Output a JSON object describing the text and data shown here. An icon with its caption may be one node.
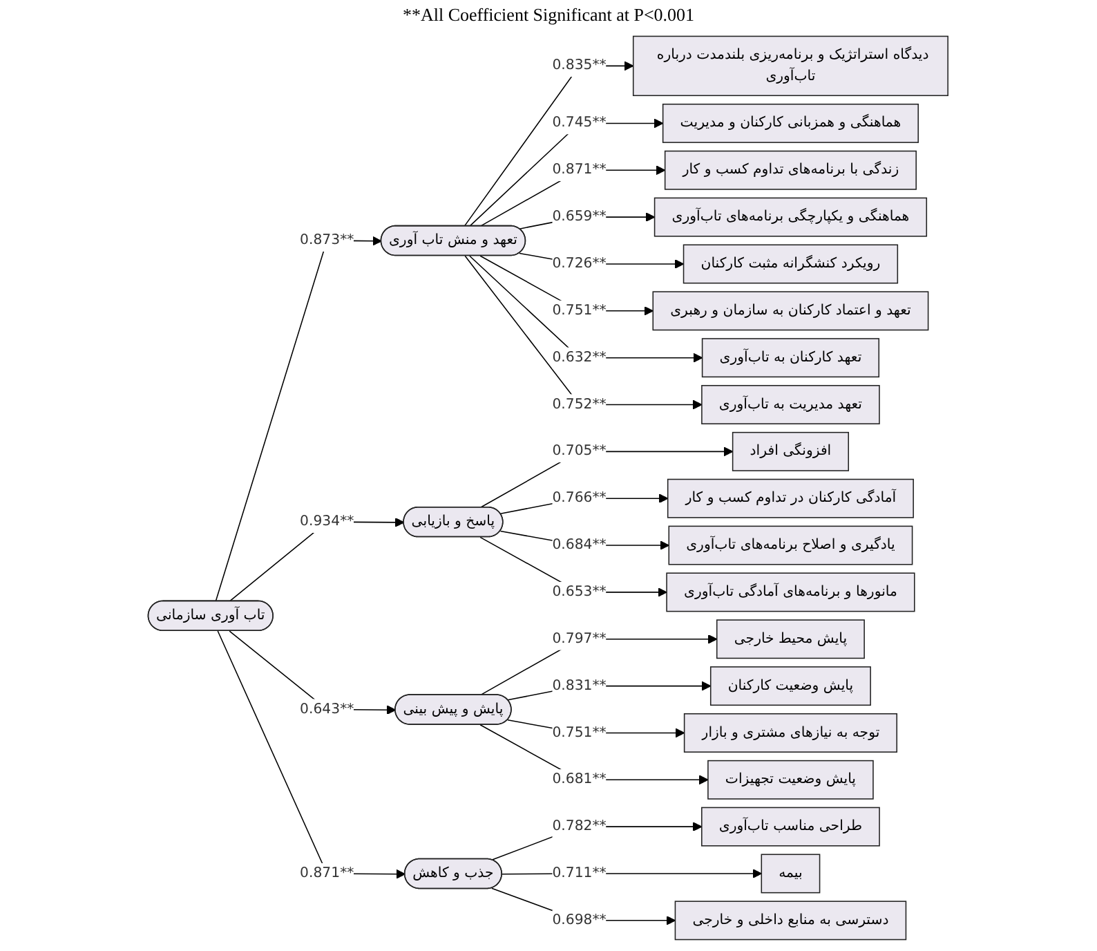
{
  "diagram": {
    "title": "**All Coefficient Significant at P<0.001",
    "nodes": [
      {
        "text": [
          "دیدگاه استراتژیک و برنامه‌ریزی بلندمدت درباره تاب‌آوری"
        ]
      },
      {
        "text": [
          "هماهنگی و همزبانی کارکنان و مدیریت"
        ]
      },
      {
        "text": [
          "زندگی با برنامه‌های تداوم کسب و کار"
        ]
      },
      {
        "text": [
          "هماهنگی و یکپارچگی برنامه‌های تاب‌آوری"
        ]
      },
      {
        "text": [
          "رویکرد کنشگرانه مثبت کارکنان"
        ]
      },
      {
        "text": [
          "تعهد و اعتماد کارکنان به سازمان و رهبری"
        ]
      },
      {
        "text": [
          "تعهد کارکنان به تاب‌آوری"
        ]
      },
      {
        "text": [
          "تعهد مدیریت به تاب‌آوری"
        ]
      },
      {
        "text": [
          "افزونگی افراد"
        ]
      },
      {
        "text": [
          "آمادگی کارکنان در تداوم کسب و کار"
        ]
      },
      {
        "text": [
          "تعهد و منش تاب آوری"
        ]
      },
      {
        "text": [
          "پایش محیط خارجی"
        ]
      },
      {
        "text": [
          "پایش وضعیت کارکنان"
        ]
      },
      {
        "text": [
          "پاسخ و بازیابی"
        ]
      },
      {
        "text": [
          "تاب آوری سازمانی"
        ]
      },
      {
        "text": [
          "پایش و پیش بینی"
        ]
      },
      {
        "text": [
          "یادگیری و اصلاح برنامه‌های تاب‌آوری"
        ]
      },
      {
        "text": [
          "مانورها و برنامه‌های آمادگی تاب‌آوری"
        ]
      },
      {
        "text": [
          "توجه به نیازهای مشتری و بازار"
        ]
      },
      {
        "text": [
          "پایش وضعیت تجهیزات"
        ]
      },
      {
        "text": [
          "جذب و کاهش"
        ]
      },
      {
        "text": [
          "طراحی مناسب تاب‌آوری"
        ]
      },
      {
        "text": [
          "بیمه"
        ]
      },
      {
        "text": [
          "دسترسی به منابع داخلی و خارجی"
        ]
      }
    ],
    "edges": [
      {
        "from": 14,
        "to": 10,
        "arrow": "to",
        "label": "0.873**"
      },
      {
        "from": 14,
        "to": 13,
        "arrow": "to",
        "label": "0.934**"
      },
      {
        "from": 14,
        "to": 15,
        "arrow": "to",
        "label": "0.643**"
      },
      {
        "from": 14,
        "to": 20,
        "arrow": "to",
        "label": "0.871**"
      },
      {
        "from": 10,
        "to": 0,
        "arrow": "to",
        "label": "0.835**"
      },
      {
        "from": 10,
        "to": 1,
        "arrow": "to",
        "label": "0.745**"
      },
      {
        "from": 10,
        "to": 2,
        "arrow": "to",
        "label": "0.871**"
      },
      {
        "from": 10,
        "to": 3,
        "arrow": "to",
        "label": "0.659**"
      },
      {
        "from": 10,
        "to": 4,
        "arrow": "to",
        "label": "0.726**"
      },
      {
        "from": 10,
        "to": 5,
        "arrow": "to",
        "label": "0.751**"
      },
      {
        "from": 10,
        "to": 6,
        "arrow": "to",
        "label": "0.632**"
      },
      {
        "from": 10,
        "to": 7,
        "arrow": "to",
        "label": "0.752**"
      },
      {
        "from": 13,
        "to": 8,
        "arrow": "to",
        "label": "0.705**"
      },
      {
        "from": 13,
        "to": 9,
        "arrow": "to",
        "label": "0.766**"
      },
      {
        "from": 13,
        "to": 16,
        "arrow": "to",
        "label": "0.684**"
      },
      {
        "from": 13,
        "to": 17,
        "arrow": "to",
        "label": "0.653**"
      },
      {
        "from": 15,
        "to": 11,
        "arrow": "to",
        "label": "0.797**"
      },
      {
        "from": 15,
        "to": 12,
        "arrow": "to",
        "label": "0.831**"
      },
      {
        "from": 15,
        "to": 18,
        "arrow": "to",
        "label": "0.751**"
      },
      {
        "from": 15,
        "to": 19,
        "arrow": "to",
        "label": "0.681**"
      },
      {
        "from": 20,
        "to": 21,
        "arrow": "to",
        "label": "0.782**"
      },
      {
        "from": 20,
        "to": 22,
        "arrow": "to",
        "label": "0.711**"
      },
      {
        "from": 20,
        "to": 23,
        "arrow": "to",
        "label": "0.698**"
      }
    ]
  }
}
